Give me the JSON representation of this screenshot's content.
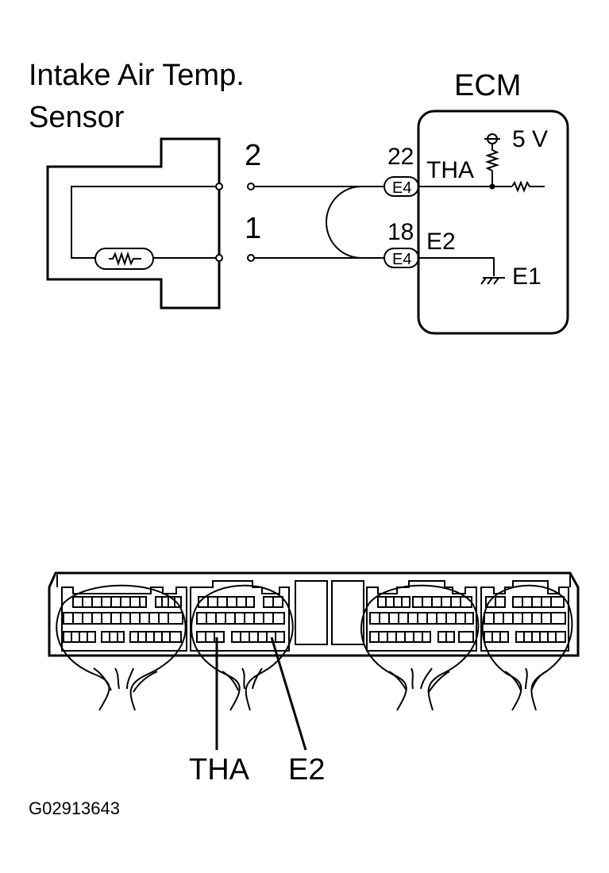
{
  "sensor": {
    "title_line1": "Intake Air Temp.",
    "title_line2": "Sensor",
    "pin_top": "2",
    "pin_bottom": "1"
  },
  "ecm": {
    "title": "ECM",
    "pin_tha": "22",
    "pin_e2": "18",
    "connector_tha": "E4",
    "connector_e2": "E4",
    "label_tha": "THA",
    "label_e2": "E2",
    "label_5v": "5 V",
    "label_e1": "E1"
  },
  "connector_view": {
    "label_tha": "THA",
    "label_e2": "E2"
  },
  "figure_id": "G02913643"
}
